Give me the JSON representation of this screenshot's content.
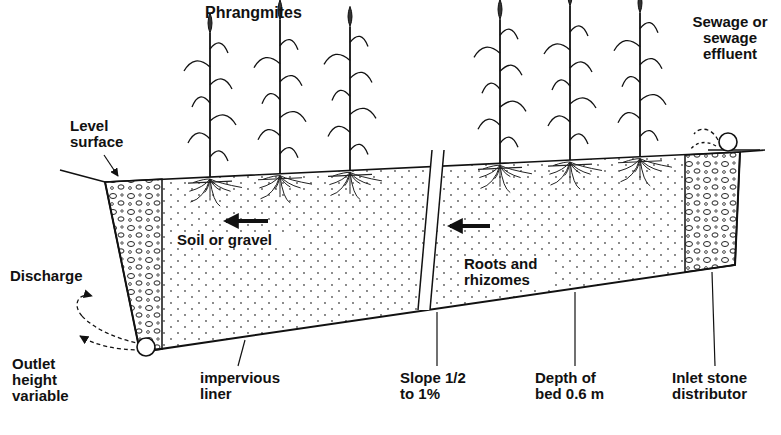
{
  "diagram": {
    "labels": [
      "Phrangmites",
      "Level surface",
      "Sewage or sewage effluent",
      "Discharge",
      "Soil or gravel",
      "Roots and rhizomes",
      "Outlet height variable",
      "impervious liner",
      "Slope 1/2 to 1%",
      "Depth of bed 0.6 m",
      "Inlet stone distributor"
    ]
  }
}
